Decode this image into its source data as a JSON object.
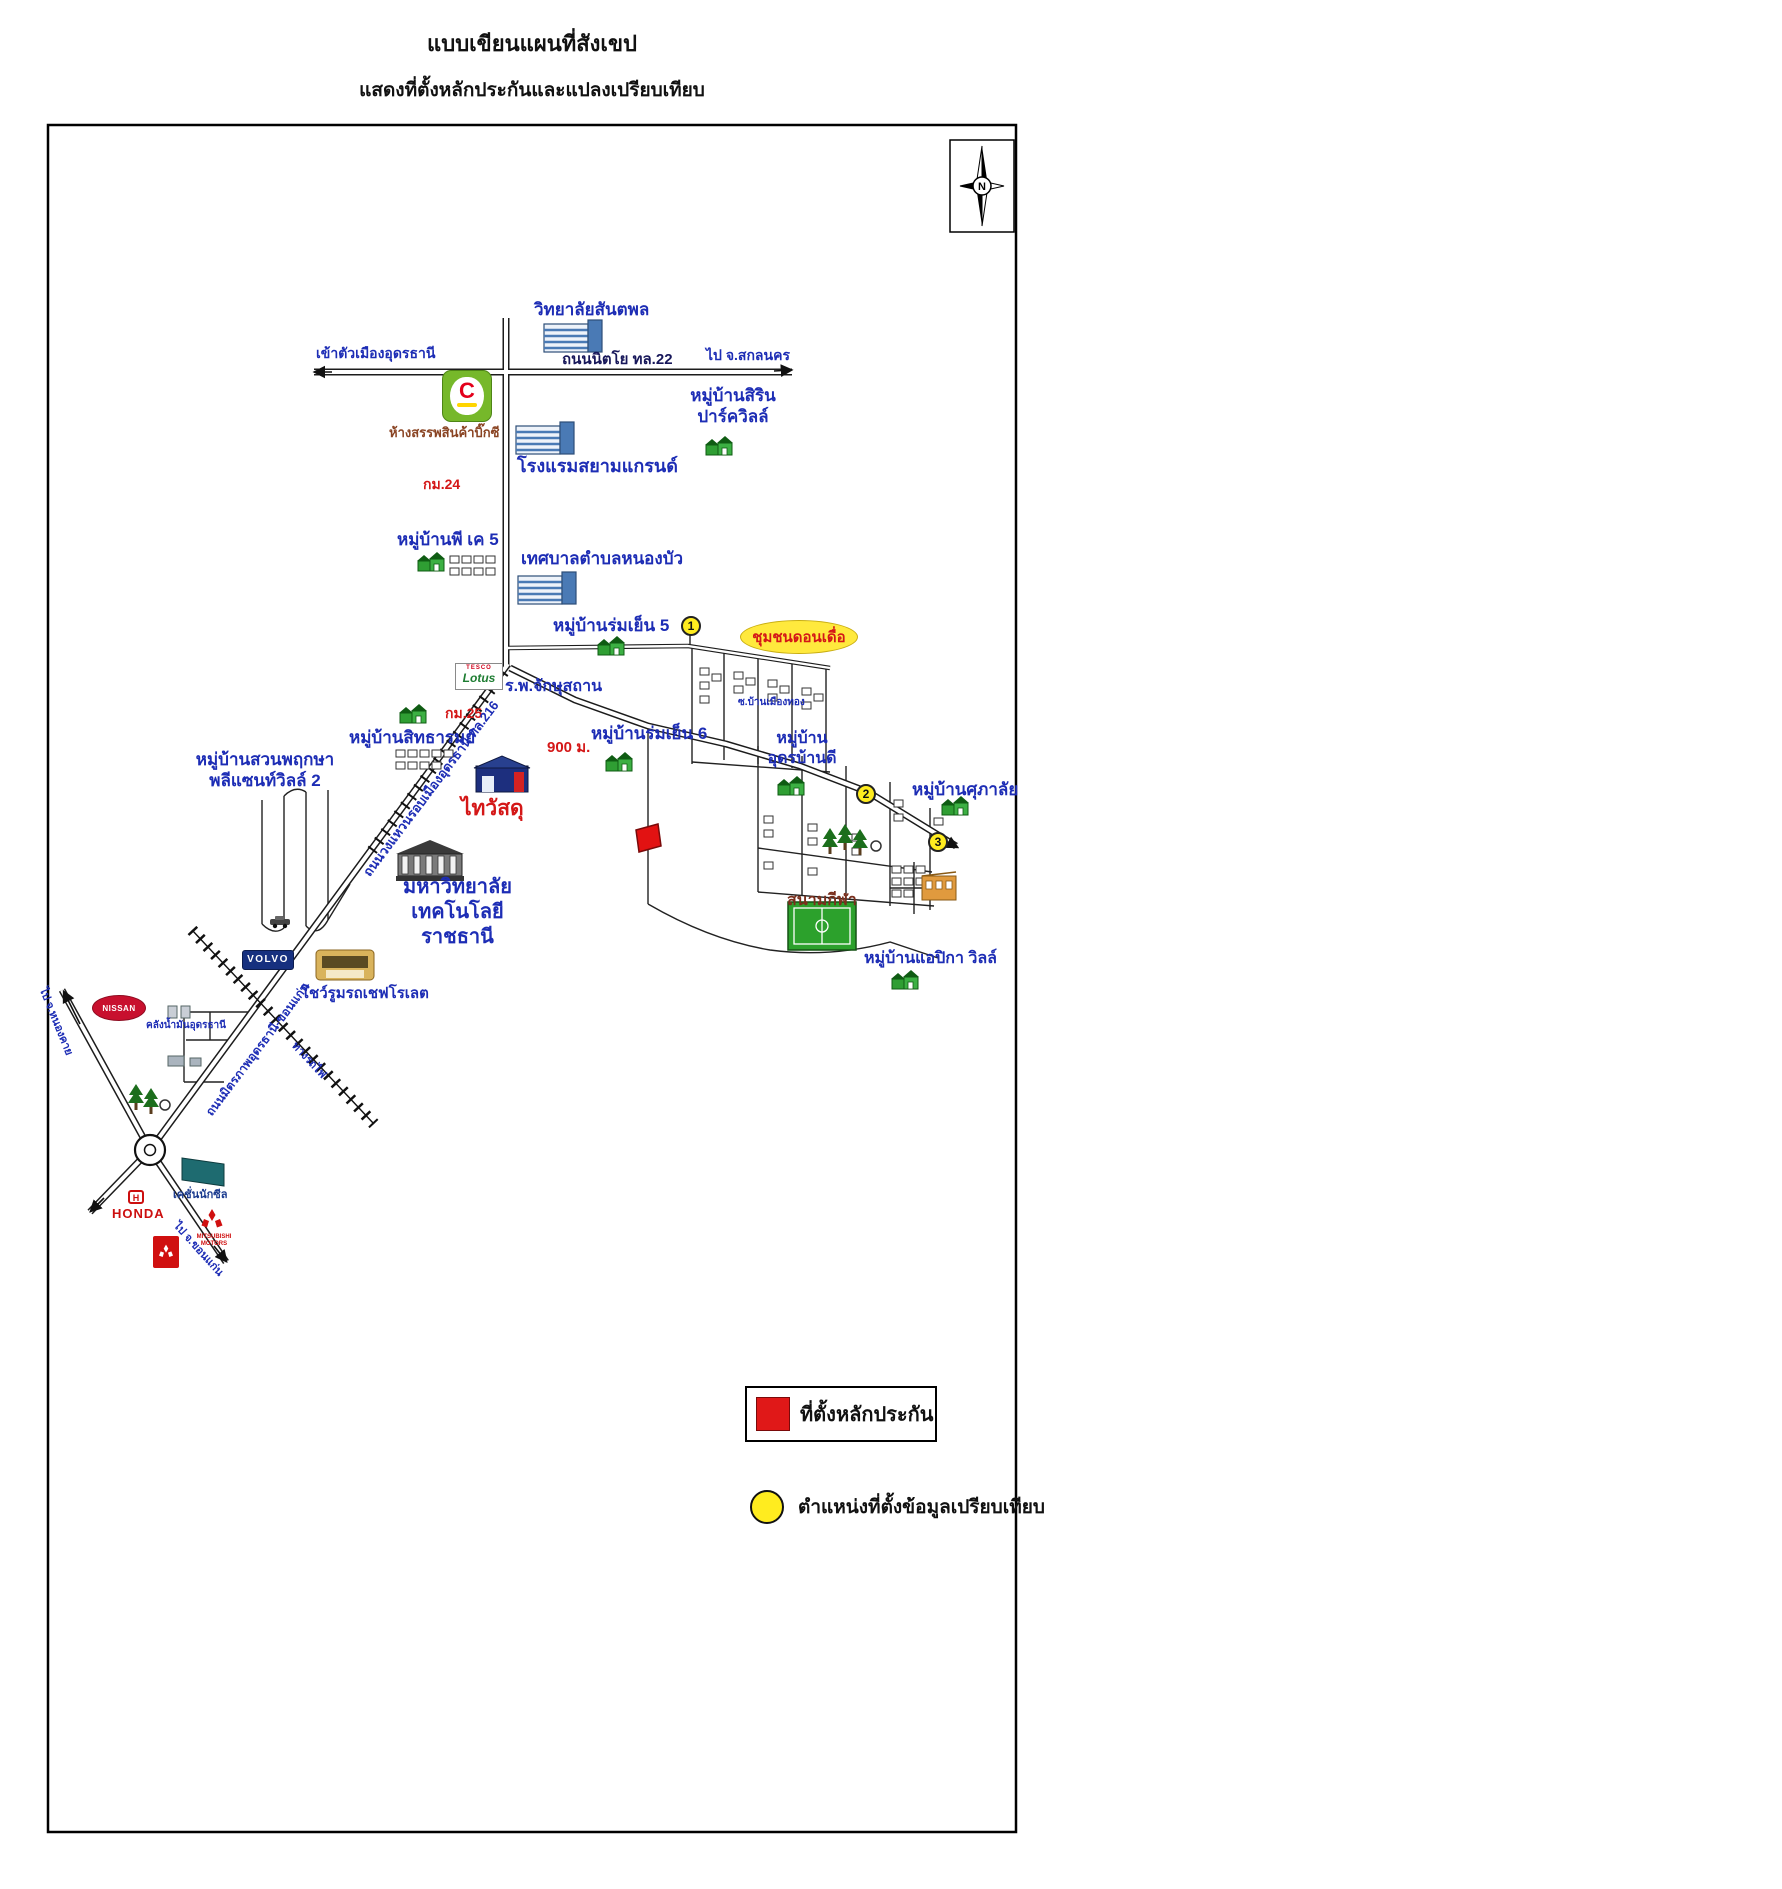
{
  "doc": {
    "title_line1": "แบบเขียนแผนที่สังเขป",
    "title_line2": "แสดงที่ตั้งหลักประกันและแปลงเปรียบเทียบ"
  },
  "compass": {
    "north": "N"
  },
  "roads": {
    "hwy22": "ถนนนิตโย ทล.22",
    "to_udon": "เข้าตัวเมืองอุดรธานี",
    "to_sakon": "ไป จ.สกลนคร",
    "ring": "ถนนวงแหวนรอบเมืองอุดรธานี ทล.216",
    "mitraphap": "ถนนมิตรภาพอุดรธานี-ขอนแก่น",
    "railway": "ทางรถไฟ",
    "to_nongkhai": "ไป จ.หนองคาย",
    "to_khonkaen": "ไป จ.ขอนแก่น",
    "soi_muangthong": "ซ.บ้านเมืองทอง"
  },
  "distances": {
    "km24": "กม.24",
    "km25": "กม.25",
    "m900": "900 ม."
  },
  "places": {
    "santapol": "วิทยาลัยสันตพล",
    "bigc_store": "ห้างสรรพสินค้าบิ๊กซี",
    "siam_grand": "โรงแรมสยามแกรนด์",
    "pk5": "หมู่บ้านพี เค 5",
    "nongbua": "เทศบาลตำบลหนองบัว",
    "sirin_1": "หมู่บ้านสิริน",
    "sirin_2": "ปาร์ควิลล์",
    "romyen5": "หมู่บ้านร่มเย็น 5",
    "donduea": "ชุมชนดอนเดื่อ",
    "eye_hospital": "ร.พ.จักษุสถาน",
    "sittharom": "หมู่บ้านสิทธารมย์",
    "romyen6": "หมู่บ้านร่มเย็น 6",
    "udon_baan_dee_1": "หมู่บ้าน",
    "udon_baan_dee_2": "อุดรบ้านดี",
    "supalai": "หมู่บ้านศุภาลัย",
    "thai_watsadu": "ไทวัสดุ",
    "suan_phruksa_1": "หมู่บ้านสวนพฤกษา",
    "suan_phruksa_2": "พลีแซนท์วิลล์ 2",
    "university_1": "มหาวิทยาลัย",
    "university_2": "เทคโนโลยีราชธานี",
    "chevrolet": "โชว์รูมรถเชฟโรเลต",
    "stadium": "สนามกีฬา",
    "apika": "หมู่บ้านแอปิกา วิลล์",
    "oil_depot": "คลังน้ำมันอุดรธานี",
    "kasion": "เคชั่นนักซีล"
  },
  "logos": {
    "bigc": "C",
    "tesco": "TESCO",
    "lotus": "Lotus",
    "volvo": "VOLVO",
    "nissan": "NISSAN",
    "honda": "HONDA",
    "honda_h": "H",
    "mitsubishi": "MITSUBISHI MOTORS"
  },
  "markers": {
    "m1": "1",
    "m2": "2",
    "m3": "3"
  },
  "legend": {
    "collateral": "ที่ตั้งหลักประกัน",
    "comparison": "ตำแหน่งที่ตั้งข้อมูลเปรียบเทียบ"
  }
}
